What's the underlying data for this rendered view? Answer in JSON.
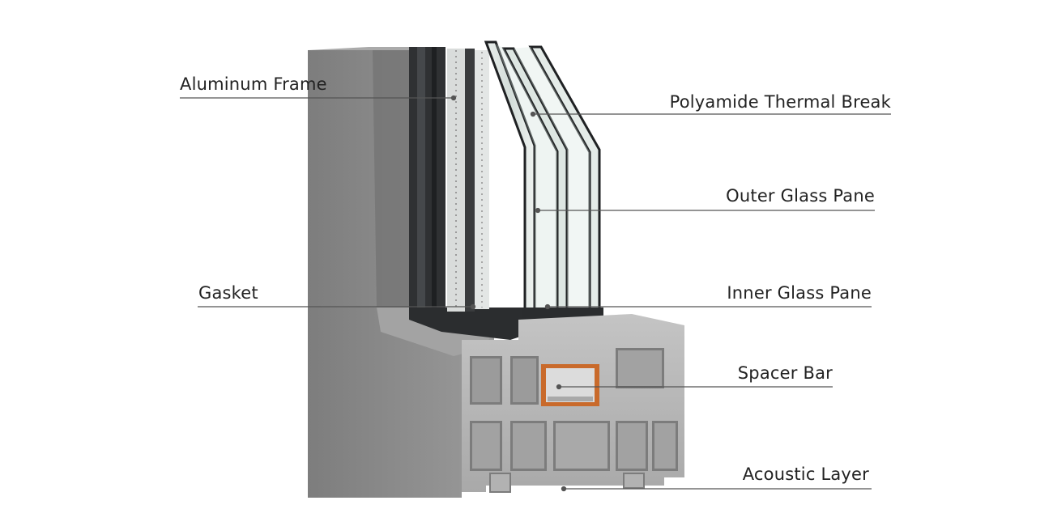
{
  "diagram": {
    "colors": {
      "frame_face": "#8f8f8f",
      "frame_side": "#5f5f5f",
      "frame_top": "#a9a9a9",
      "sash_dark": "#2f3133",
      "glass": "#dfe7e4",
      "glass_edge": "#1f2123",
      "profile": "#b9b9b9",
      "profile_dark": "#6e6e6e",
      "spacer": "#c96a2b",
      "leader": "#555555",
      "text": "#222222"
    },
    "labels": {
      "aluminum_frame": "Aluminum Frame",
      "polyamide_thermal_break": "Polyamide Thermal Break",
      "outer_glass_pane": "Outer Glass Pane",
      "gasket": "Gasket",
      "inner_glass_pane": "Inner Glass Pane",
      "spacer_bar": "Spacer Bar",
      "acoustic_layer": "Acoustic Layer"
    }
  }
}
